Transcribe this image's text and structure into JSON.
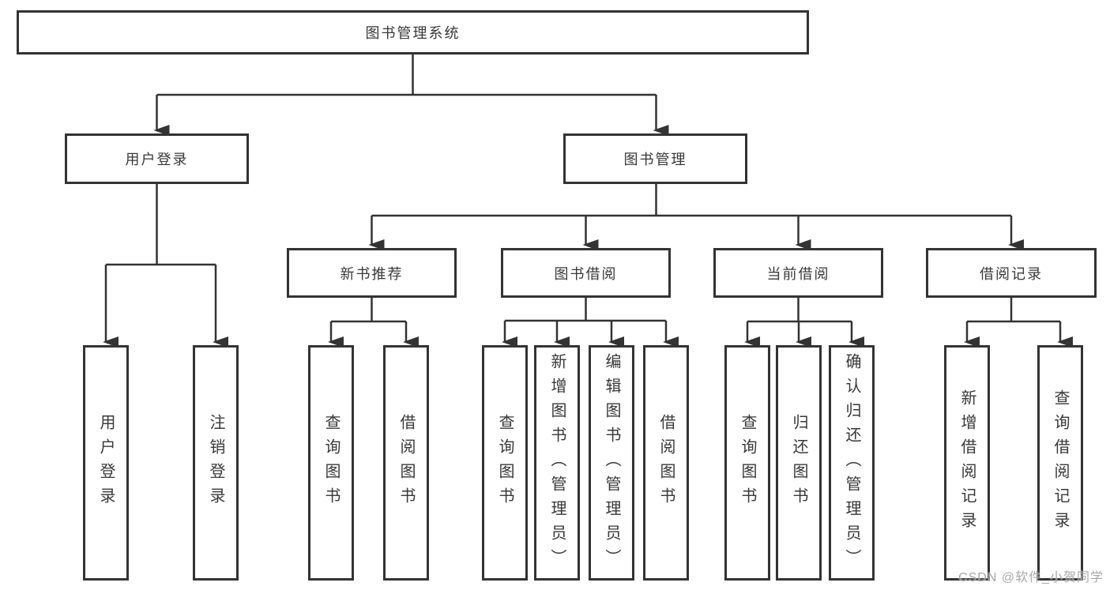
{
  "diagram_type": "hierarchy-tree",
  "tree": {
    "root": {
      "label": "图书管理系统",
      "children": [
        {
          "label": "用户登录",
          "children": [
            {
              "label": "用户登录"
            },
            {
              "label": "注销登录"
            }
          ]
        },
        {
          "label": "图书管理",
          "children": [
            {
              "label": "新书推荐",
              "children": [
                {
                  "label": "查询图书"
                },
                {
                  "label": "借阅图书"
                }
              ]
            },
            {
              "label": "图书借阅",
              "children": [
                {
                  "label": "查询图书"
                },
                {
                  "label": "新增图书（管理员）"
                },
                {
                  "label": "编辑图书（管理员）"
                },
                {
                  "label": "借阅图书"
                }
              ]
            },
            {
              "label": "当前借阅",
              "children": [
                {
                  "label": "查询图书"
                },
                {
                  "label": "归还图书"
                },
                {
                  "label": "确认归还（管理员）"
                }
              ]
            },
            {
              "label": "借阅记录",
              "children": [
                {
                  "label": "新增借阅记录"
                },
                {
                  "label": "查询借阅记录"
                }
              ]
            }
          ]
        }
      ]
    }
  },
  "watermark": {
    "text": "CSDN @软件_小贺同学"
  },
  "colors": {
    "line": "#333333",
    "box_border": "#333333",
    "text": "#383838",
    "watermark": "#9e9e9e",
    "background": "#ffffff"
  }
}
